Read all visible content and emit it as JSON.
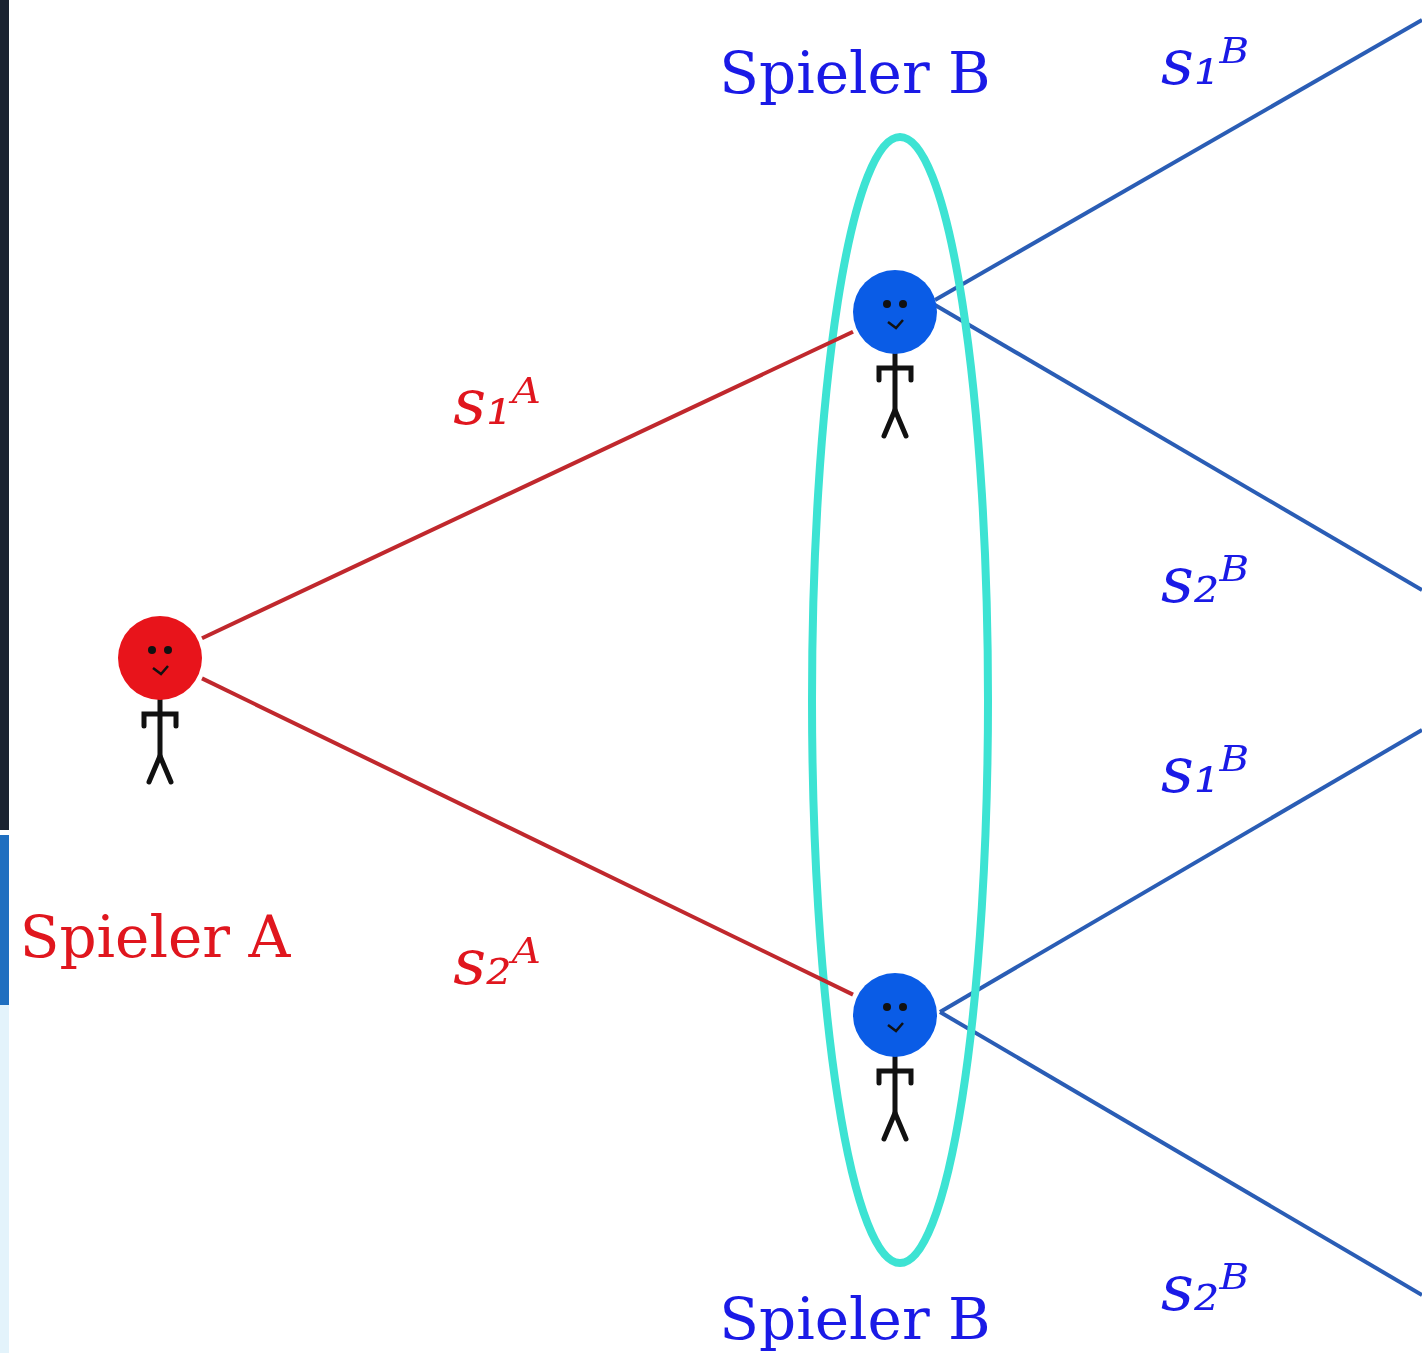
{
  "diagram": {
    "nodes": [
      {
        "text": [
          "Spieler A"
        ]
      },
      {
        "text": [
          "Spieler B"
        ]
      },
      {
        "text": [
          "Spieler B"
        ]
      }
    ],
    "edges": [
      {
        "from": 0,
        "to": 1,
        "label": "s₁ᴬ",
        "arrow": "none"
      },
      {
        "from": 0,
        "to": 2,
        "label": "s₂ᴬ",
        "arrow": "none"
      }
    ],
    "labels": [
      "s₁ᴮ",
      "s₂ᴮ",
      "s₁ᴮ",
      "s₂ᴮ"
    ]
  }
}
